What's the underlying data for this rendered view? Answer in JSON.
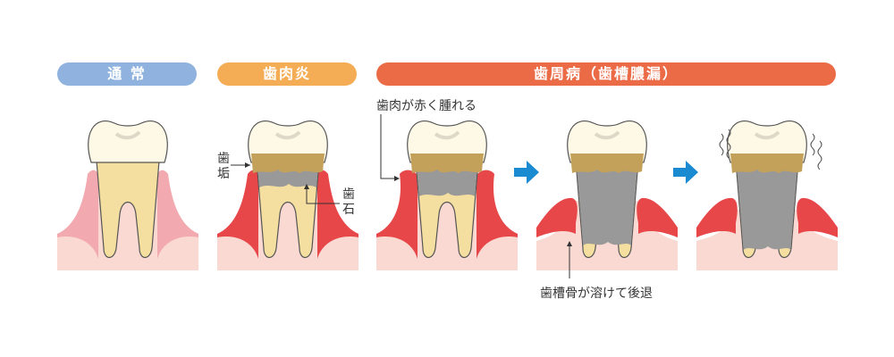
{
  "headers": {
    "normal": "通 常",
    "gingivitis": "歯肉炎",
    "periodontitis": "歯周病（歯槽膿漏）"
  },
  "labels": {
    "plaque": "歯垢",
    "tartar": "歯石",
    "gum_swelling": "歯肉が赤く腫れる",
    "bone_recession": "歯槽骨が溶けて後退"
  },
  "colors": {
    "normal": "#8fb3de",
    "gingivitis": "#f4ad55",
    "periodontitis": "#ec6b47",
    "arrow": "#1a8ad1",
    "plaque": "#c4a15a",
    "tartar": "#999999",
    "gum_red": "#e8474a",
    "gum_pink": "#f4a3a3",
    "base_pink": "#f9d9d2"
  },
  "stages": [
    "normal",
    "gingivitis",
    "swollen",
    "recession",
    "advanced"
  ]
}
